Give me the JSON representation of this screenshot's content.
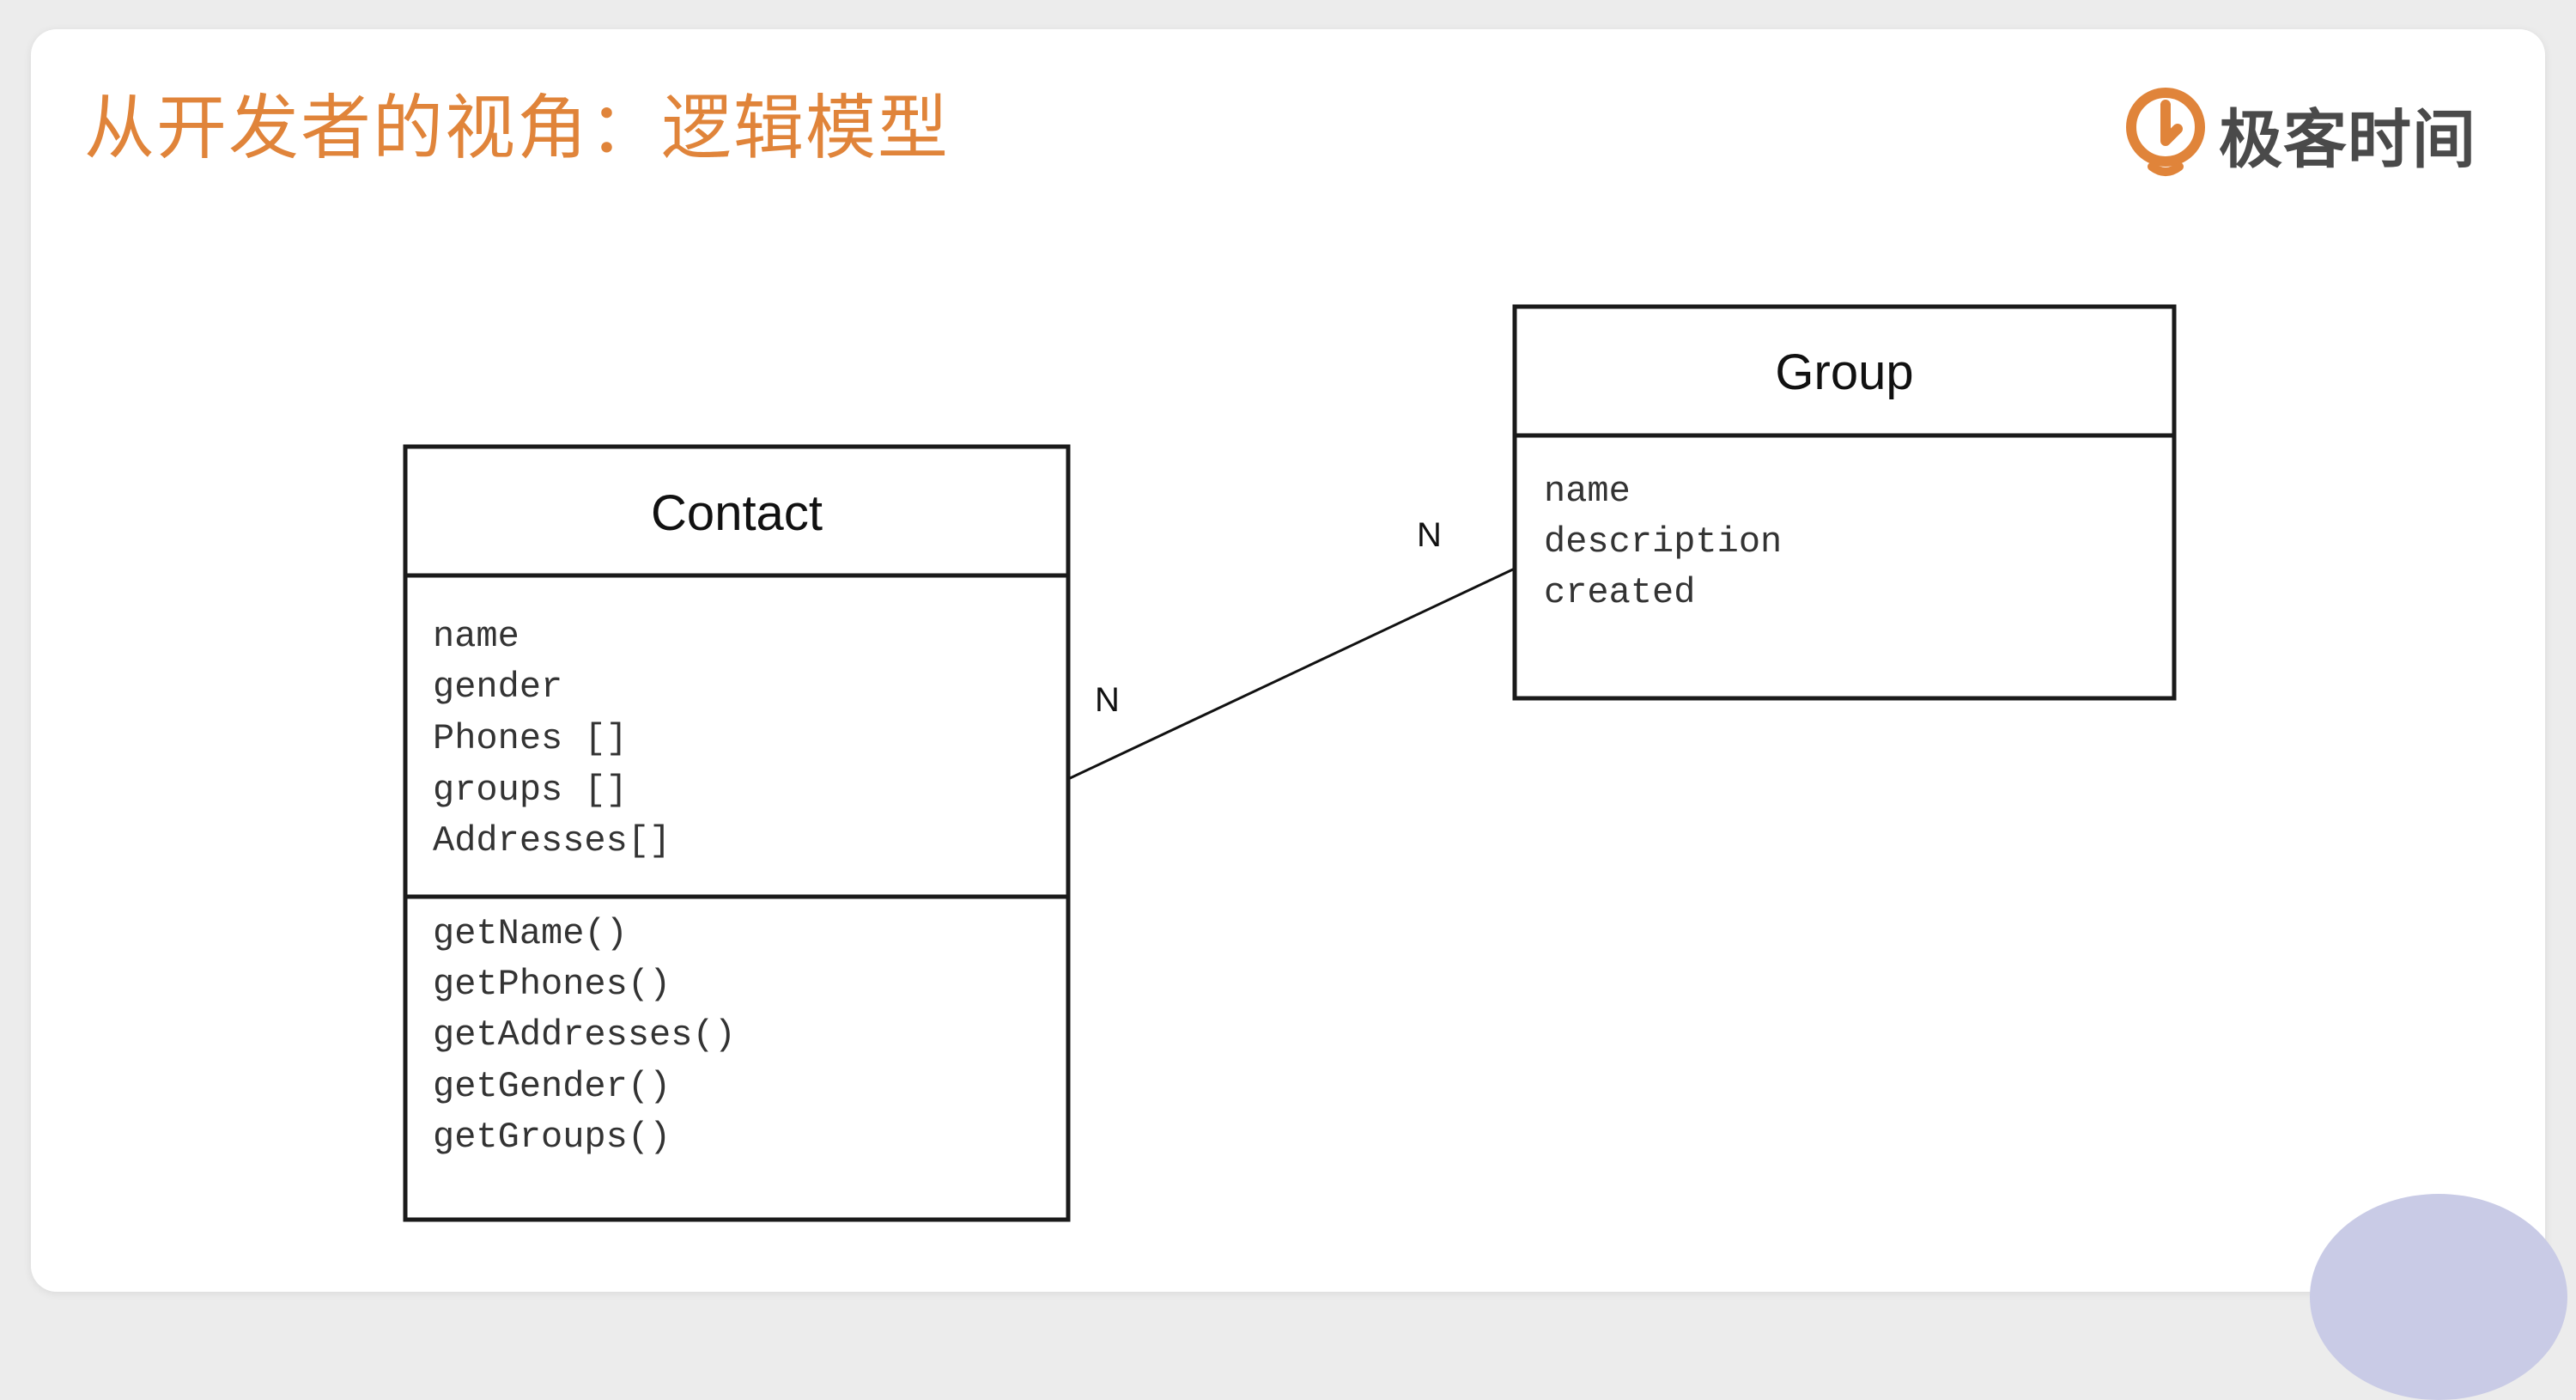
{
  "slide": {
    "title": "从开发者的视角：逻辑模型"
  },
  "logo": {
    "icon": "geektime-logo-icon",
    "text": "极客时间",
    "color": "#e0843a"
  },
  "contact": {
    "title": "Contact",
    "attributes": [
      "name",
      "gender",
      "Phones []",
      "groups []",
      "Addresses[]"
    ],
    "methods": [
      "getName()",
      "getPhones()",
      "getAddresses()",
      "getGender()",
      "getGroups()"
    ]
  },
  "group": {
    "title": "Group",
    "attributes": [
      "name",
      "description",
      "created"
    ]
  },
  "relation": {
    "contact_multiplicity": "N",
    "group_multiplicity": "N"
  }
}
